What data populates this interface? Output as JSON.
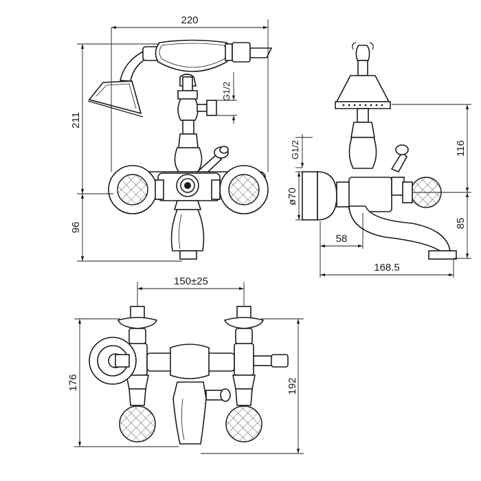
{
  "dimensions": {
    "front_width": "220",
    "front_height_upper": "211",
    "front_height_lower": "96",
    "front_thread": "G1/2",
    "side_thread": "G1/2",
    "side_diameter": "ø70",
    "side_upper": "116",
    "side_lower": "85",
    "side_offset": "58",
    "side_depth": "168.5",
    "top_center_distance": "150±25",
    "top_left_depth": "176",
    "top_right_depth": "192"
  }
}
